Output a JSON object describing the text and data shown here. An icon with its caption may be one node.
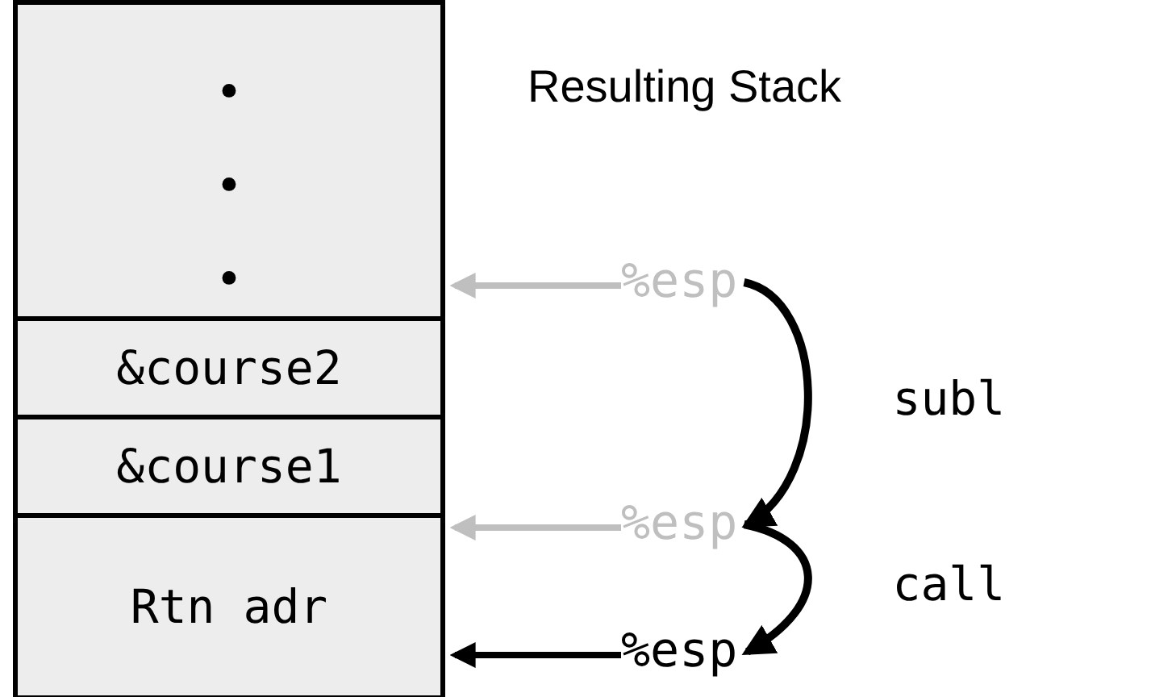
{
  "diagram": {
    "title": "Resulting Stack",
    "nodes": [
      {
        "text": [
          "• • •"
        ]
      },
      {
        "text": [
          "&course2"
        ]
      },
      {
        "text": [
          "&course1"
        ]
      },
      {
        "text": [
          "Rtn adr"
        ]
      },
      {
        "text": [
          "%esp"
        ]
      },
      {
        "text": [
          "%esp"
        ]
      },
      {
        "text": [
          "%esp"
        ]
      }
    ],
    "edges": [
      {
        "from": 4,
        "to": 0,
        "arrow": "to",
        "color": "#bfbfbf"
      },
      {
        "from": 5,
        "to": 2,
        "arrow": "to",
        "color": "#bfbfbf"
      },
      {
        "from": 6,
        "to": 3,
        "arrow": "to"
      },
      {
        "from": 4,
        "to": 5,
        "arrow": "to",
        "label": "subl"
      },
      {
        "from": 5,
        "to": 6,
        "arrow": "to",
        "label": "call"
      }
    ]
  }
}
